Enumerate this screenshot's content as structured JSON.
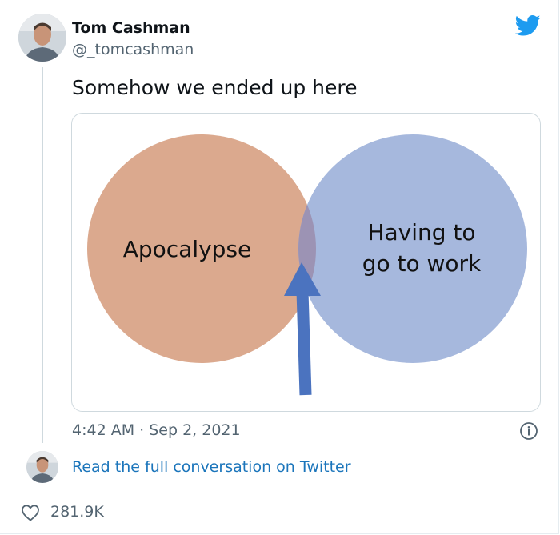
{
  "author": {
    "name": "Tom Cashman",
    "handle": "@_tomcashman"
  },
  "tweet": {
    "text": "Somehow we ended up here",
    "timestamp": "4:42 AM · Sep 2, 2021"
  },
  "media": {
    "type": "venn-diagram",
    "left_label": "Apocalypse",
    "right_label_line1": "Having to",
    "right_label_line2": "go to work",
    "colors": {
      "left_circle": "#dba98e",
      "right_circle": "#a6b8dd",
      "overlap": "#9c93b4",
      "arrow": "#4b73bf"
    }
  },
  "footer": {
    "read_more": "Read the full conversation on Twitter",
    "likes": "281.9K"
  },
  "icons": {
    "brand": "twitter-bird-icon",
    "info": "info-icon",
    "like": "heart-icon"
  },
  "colors": {
    "brand": "#1d9bf0",
    "link": "#1b75bb",
    "muted": "#536471"
  }
}
